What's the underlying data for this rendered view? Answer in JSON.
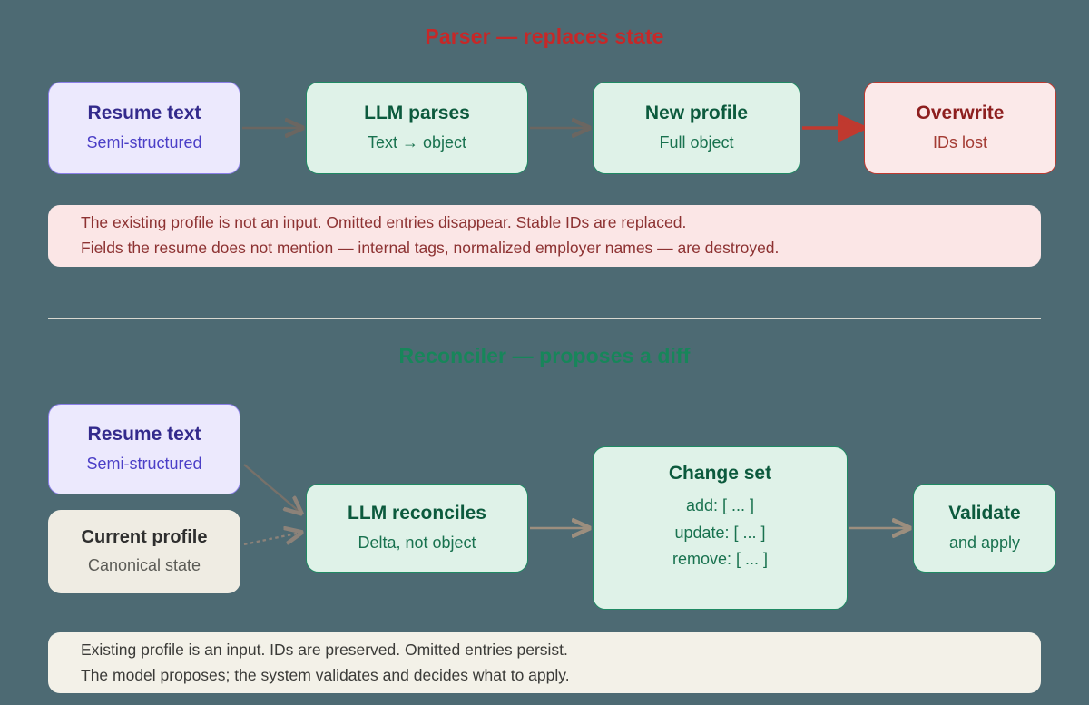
{
  "canvas": {
    "background": "#4d6a73",
    "divider_color": "#d8d8d0"
  },
  "sections": [
    {
      "id": "parser",
      "title": "Parser — replaces state",
      "title_color": "#c62828",
      "nodes": [
        {
          "id": "resume-text-1",
          "title": "Resume text",
          "sub": "Semi-structured",
          "fill": "#ece9fd",
          "stroke": "#8b7fe8"
        },
        {
          "id": "llm-parses",
          "title": "LLM parses",
          "sub": "Text → object",
          "fill": "#dff2e8",
          "stroke": "#1f8a63"
        },
        {
          "id": "new-profile",
          "title": "New profile",
          "sub": "Full object",
          "fill": "#dff2e8",
          "stroke": "#1f8a63"
        },
        {
          "id": "overwrite",
          "title": "Overwrite",
          "sub": "IDs lost",
          "fill": "#fbe9e9",
          "stroke": "#c0392f"
        }
      ],
      "note": {
        "fill": "#fbe6e6",
        "text_color": "#8d3232",
        "lines": [
          "The existing profile is not an input. Omitted entries disappear. Stable IDs are replaced.",
          "Fields the resume does not mention — internal tags, normalized employer names — are destroyed."
        ]
      }
    },
    {
      "id": "reconciler",
      "title": "Reconciler — proposes a diff",
      "title_color": "#17865a",
      "nodes": [
        {
          "id": "resume-text-2",
          "title": "Resume text",
          "sub": "Semi-structured",
          "fill": "#ece9fd",
          "stroke": "#8b7fe8"
        },
        {
          "id": "current-profile",
          "title": "Current profile",
          "sub": "Canonical state",
          "fill": "#efece3",
          "stroke": "none"
        },
        {
          "id": "llm-reconciles",
          "title": "LLM reconciles",
          "sub": "Delta, not object",
          "fill": "#dff2e8",
          "stroke": "#1f8a63"
        },
        {
          "id": "change-set",
          "title": "Change set",
          "fill": "#dff2e8",
          "stroke": "#1f8a63",
          "lines": [
            "add: [ ... ]",
            "update: [ ... ]",
            "remove: [ ... ]"
          ]
        },
        {
          "id": "validate",
          "title": "Validate",
          "sub": "and apply",
          "fill": "#dff2e8",
          "stroke": "#1f8a63"
        }
      ],
      "note": {
        "fill": "#f3f1e8",
        "text_color": "#3b3b38",
        "lines": [
          "Existing profile is an input. IDs are preserved. Omitted entries persist.",
          "The model proposes; the system validates and decides what to apply."
        ]
      }
    }
  ],
  "arrows": [
    {
      "id": "resume-to-llm-parses",
      "color": "#6b6661",
      "style": "solid"
    },
    {
      "id": "llm-parses-to-new-profile",
      "color": "#6b6661",
      "style": "solid"
    },
    {
      "id": "new-profile-to-overwrite",
      "color": "#c0392f",
      "style": "solid"
    },
    {
      "id": "resume-to-llm-reconciles",
      "color": "#77716a",
      "style": "solid"
    },
    {
      "id": "current-profile-to-llm-reconciles",
      "color": "#8c8279",
      "style": "dotted"
    },
    {
      "id": "llm-reconciles-to-change-set",
      "color": "#9c8e7e",
      "style": "solid"
    },
    {
      "id": "change-set-to-validate",
      "color": "#9c8e7e",
      "style": "solid"
    }
  ]
}
